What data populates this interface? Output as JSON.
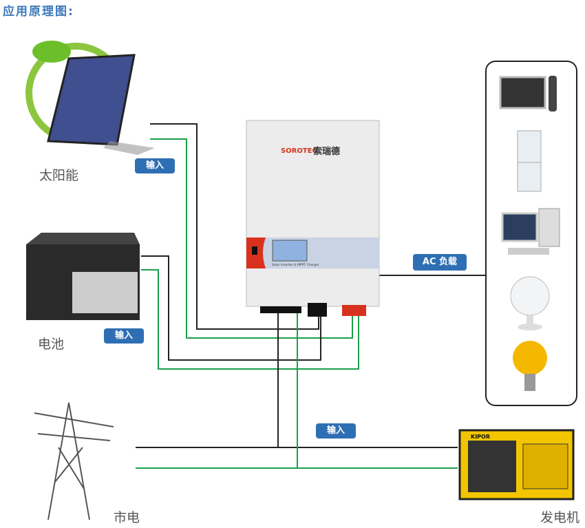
{
  "title": "应用原理图:",
  "sources": {
    "solar": "太阳能",
    "battery": "电池",
    "grid": "市电",
    "generator": "发电机"
  },
  "badges": {
    "solar_input": "输入",
    "battery_input": "输入",
    "grid_input": "输入",
    "ac_load": "AC 负载"
  },
  "inverter": {
    "brand": "SOROTEC",
    "brand_cn": "索瑞德",
    "model_text": "Solar Inverter & MPPT Charger",
    "generator_brand": "KIPOR"
  },
  "loads": [
    "tv-icon",
    "refrigerator-icon",
    "computer-icon",
    "fan-icon",
    "light-bulb-icon"
  ],
  "colors": {
    "accent": "#2e6fb3",
    "green_wire": "#1a9e4a",
    "black_wire": "#222222",
    "panel_red": "#d8321f"
  }
}
